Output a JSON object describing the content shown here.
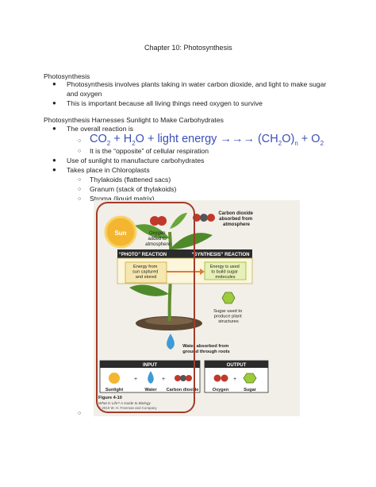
{
  "header": {
    "title": "Chapter 10: Photosynthesis"
  },
  "section1": {
    "heading": "Photosynthesis",
    "bullets": [
      {
        "line1": "Photosynthesis involves plants taking in water carbon dioxide, and light to make sugar",
        "line2": "and oxygen"
      },
      {
        "line1": "This is important because all living things need oxygen to survive"
      }
    ]
  },
  "section2": {
    "heading": "Photosynthesis Harnesses Sunlight to Make Carbohydrates",
    "overall_label": "The overall reaction is",
    "equation": {
      "co2": "CO",
      "co2_sub": "2",
      "plus1": " + H",
      "h2o_sub": "2",
      "o1": "O + light energy →→→ (CH",
      "ch2o_sub": "2",
      "o2": "O)",
      "n_sub": "n",
      "o3": " + O",
      "o2_sub": "2"
    },
    "opposite": "It is the “opposite” of cellular respiration",
    "bullet_use": "Use of sunlight to manufacture carbohydrates",
    "bullet_place": "Takes place in Chloroplasts",
    "subitems": [
      "Thylakoids (flattened sacs)",
      "Granum (stack of thylakoids)",
      "Stroma (liquid matrix)"
    ]
  },
  "figure": {
    "sun": "Sun",
    "oxygen_added": [
      "Oxygen",
      "added to",
      "atmosphere"
    ],
    "co2_absorbed": [
      "Carbon dioxide",
      "absorbed from",
      "atmosphere"
    ],
    "photo_reaction": "“PHOTO” REACTION",
    "synthesis_reaction": "“SYNTHESIS” REACTION",
    "energy_captured": [
      "Energy from",
      "sun captured",
      "and stored"
    ],
    "energy_used": [
      "Energy is used",
      "to build sugar",
      "molecules"
    ],
    "sugar_used": [
      "Sugar used to",
      "produce plant",
      "structures"
    ],
    "water_absorbed": [
      "Water absorbed from",
      "ground through roots"
    ],
    "input": "INPUT",
    "output": "OUTPUT",
    "input_items": [
      "Sunlight",
      "Water",
      "Carbon dioxide"
    ],
    "output_items": [
      "Oxygen",
      "Sugar"
    ],
    "caption": [
      "Figure 4-10",
      "What Is Life? A Guide to Biology",
      "© 2010 W. H. Freeman and Company"
    ],
    "colors": {
      "annotation": "#a33b2a",
      "photo_box": "#f6e7b0",
      "synthesis_box": "#e7f0b6",
      "panel_bg": "#f1efe8"
    }
  }
}
